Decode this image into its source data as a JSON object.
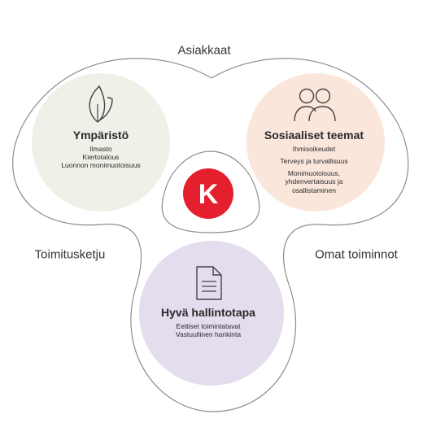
{
  "outer_labels": {
    "top": "Asiakkaat",
    "left": "Toimitusketju",
    "right": "Omat toiminnot"
  },
  "categories": {
    "environment": {
      "title": "Ympäristö",
      "items": [
        "Ilmasto",
        "Kiertotalous",
        "Luonnon monimuotoisuus"
      ],
      "icon": "leaf-icon",
      "color": "#EDF1E7"
    },
    "social": {
      "title": "Sosiaaliset teemat",
      "items": [
        "Ihmisoikeudet",
        "Terveys ja turvallisuus",
        "Monimuotoisuus,",
        "yhdenvertaisuus ja",
        "osallistaminen"
      ],
      "icon": "people-icon",
      "color": "#FBE6DC"
    },
    "governance": {
      "title": "Hyvä hallintotapa",
      "items": [
        "Eettiset toimintatavat",
        "Vastuullinen hankinta"
      ],
      "icon": "document-icon",
      "color": "#E3DDEE"
    }
  },
  "logo": {
    "letter": "K",
    "color": "#E5202E"
  }
}
